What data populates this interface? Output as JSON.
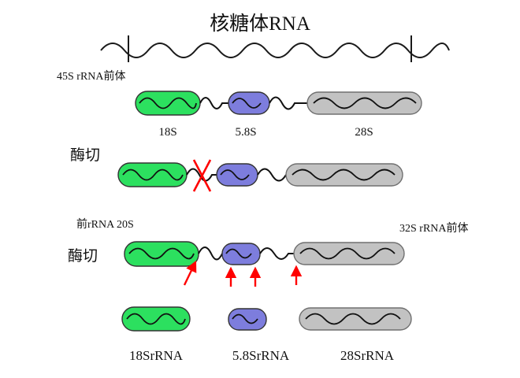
{
  "title": "核糖体RNA",
  "colors": {
    "green": "#2ce05f",
    "blue": "#7d7ddd",
    "gray": "#c2c2c2",
    "red": "#ff0000",
    "line": "#1a1a1a"
  },
  "row1": {
    "precursor_label": "45S rRNA前体",
    "seg18": "18S",
    "seg58": "5.8S",
    "seg28": "28S"
  },
  "step1": {
    "label": "酶切"
  },
  "row2": {
    "left_label": "前rRNA 20S",
    "right_label": "32S rRNA前体"
  },
  "step2": {
    "label": "酶切"
  },
  "row4": {
    "label18": "18SrRNA",
    "label58": "5.8SrRNA",
    "label28": "28SrRNA"
  }
}
